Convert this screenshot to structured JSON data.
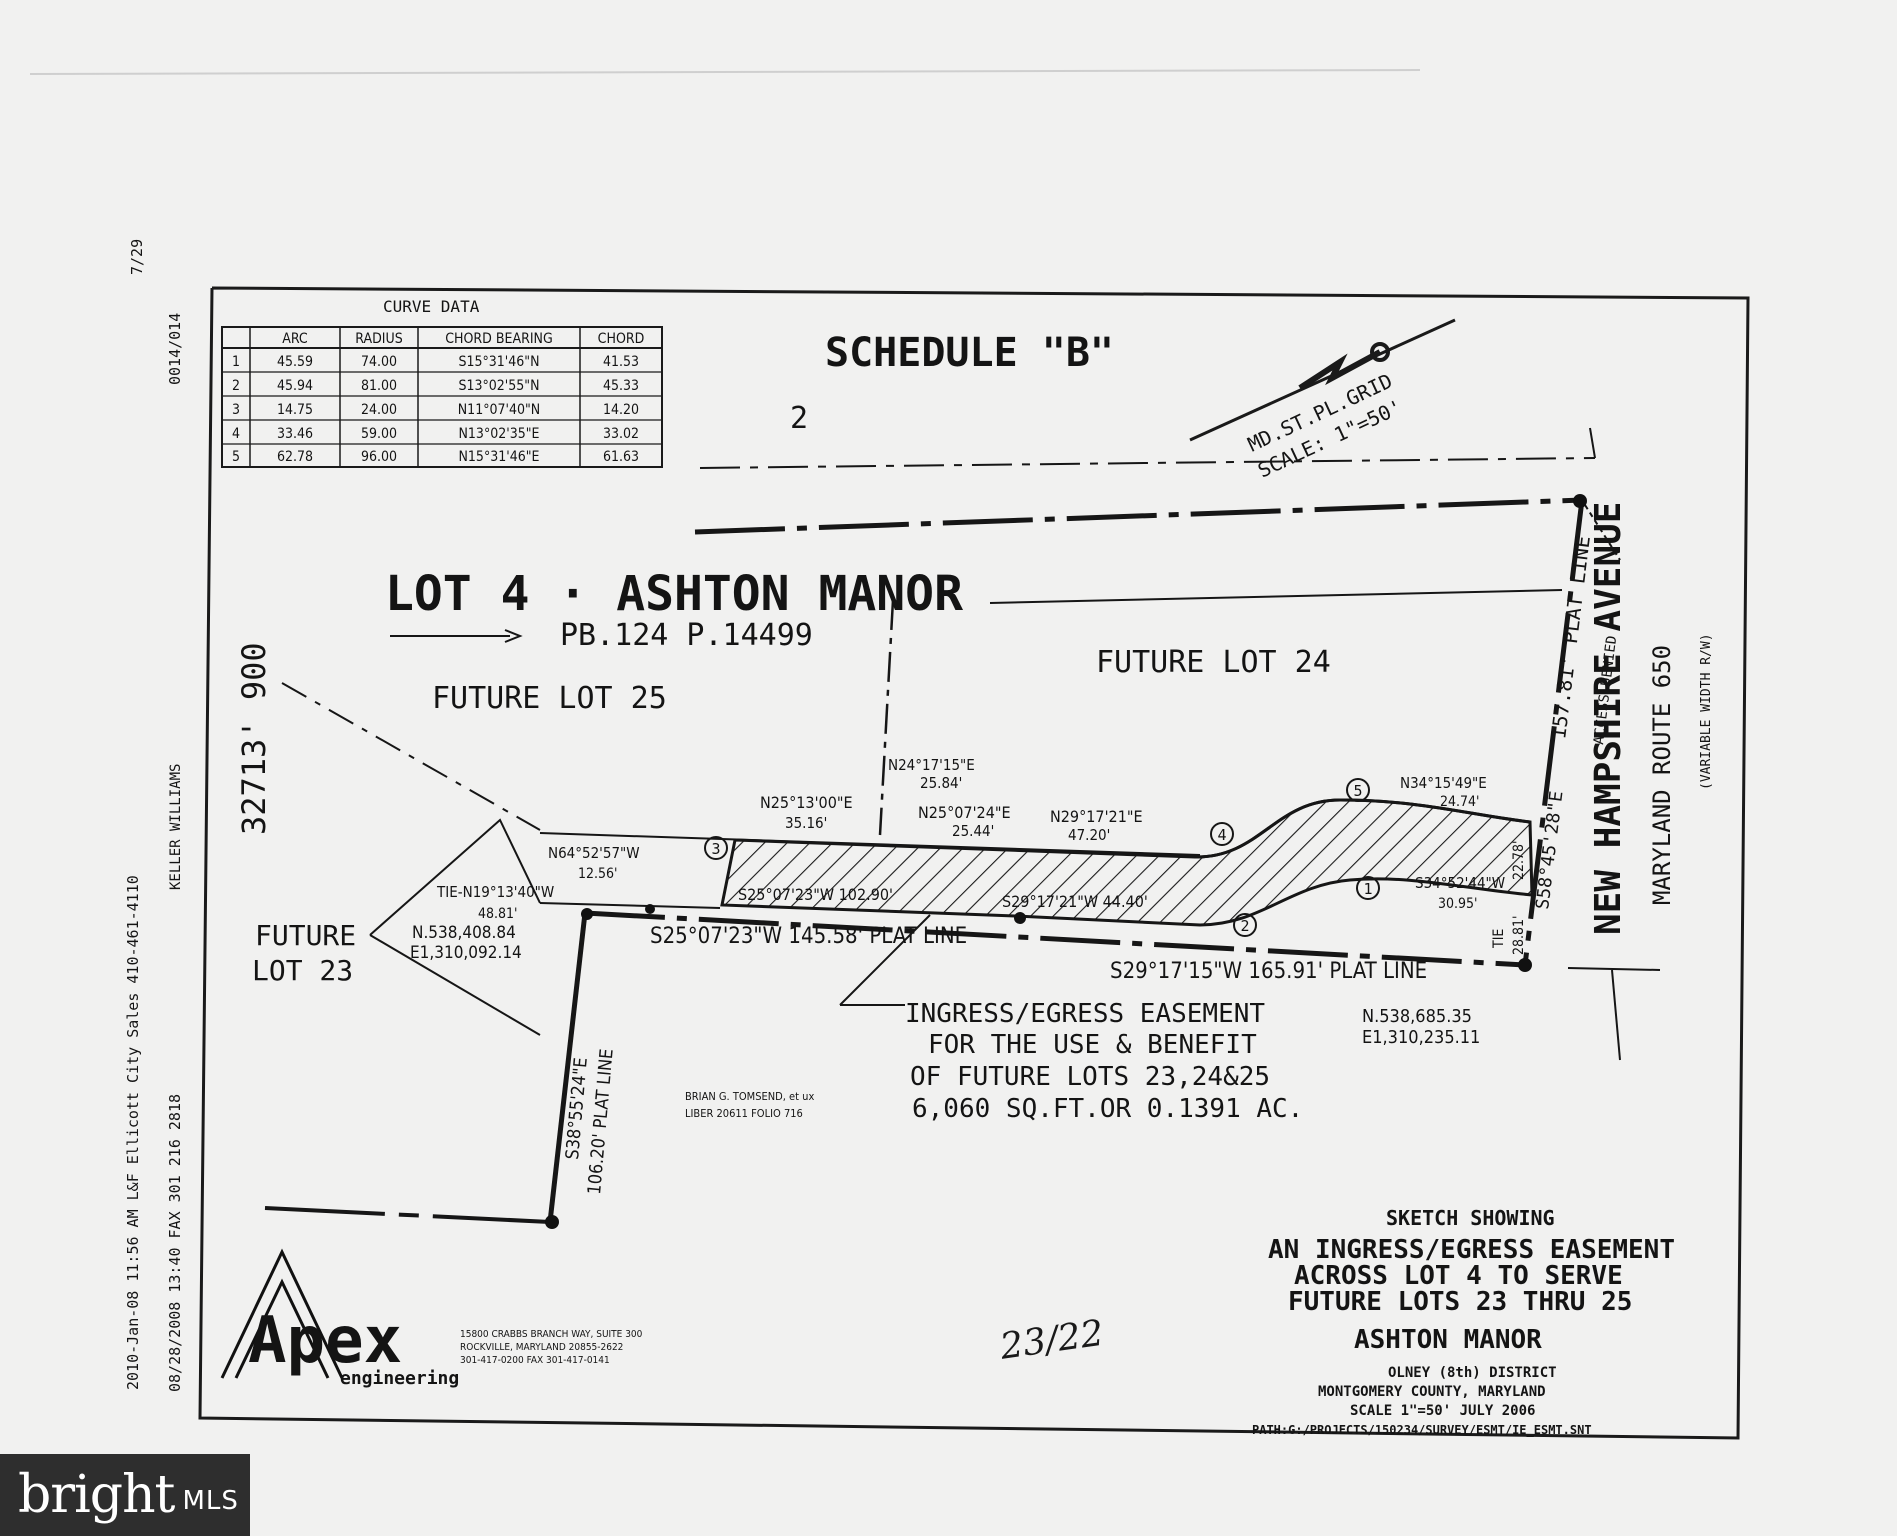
{
  "fax_header": {
    "page_num": "7/29",
    "page_id": "0014/014",
    "date_stamp": "2010-Jan-08 11:56 AM L&F Ellicott City Sales 410-461-4110",
    "agency": "KELLER WILLIAMS",
    "fax_line": "08/28/2008 13:40 FAX  301 216 2818"
  },
  "curve_table": {
    "title": "CURVE DATA",
    "headers": [
      "ARC",
      "RADIUS",
      "CHORD BEARING",
      "CHORD"
    ],
    "rows": [
      {
        "n": "1",
        "arc": "45.59",
        "radius": "74.00",
        "bearing": "S15°31'46\"N",
        "chord": "41.53"
      },
      {
        "n": "2",
        "arc": "45.94",
        "radius": "81.00",
        "bearing": "S13°02'55\"N",
        "chord": "45.33"
      },
      {
        "n": "3",
        "arc": "14.75",
        "radius": "24.00",
        "bearing": "N11°07'40\"N",
        "chord": "14.20"
      },
      {
        "n": "4",
        "arc": "33.46",
        "radius": "59.00",
        "bearing": "N13°02'35\"E",
        "chord": "33.02"
      },
      {
        "n": "5",
        "arc": "62.78",
        "radius": "96.00",
        "bearing": "N15°31'46\"E",
        "chord": "61.63"
      }
    ]
  },
  "drawing": {
    "schedule": "SCHEDULE \"B\"",
    "lot_number": "2",
    "north_label": "MD.ST.PL.GRID",
    "scale_label": "SCALE: 1\"=50'",
    "lot_title": "LOT 4 · ASHTON MANOR",
    "plat_ref": "PB.124 P.14499",
    "rotated_ref": "32713' 900",
    "future_lot_25": "FUTURE LOT 25",
    "future_lot_24": "FUTURE LOT 24",
    "future_lot_23_line1": "FUTURE",
    "future_lot_23_line2": "LOT 23",
    "road_name": "NEW HAMPSHIRE AVENUE",
    "road_route": "MARYLAND ROUTE 650",
    "road_width": "(VARIABLE WIDTH R/W)",
    "plat_line_right": "157.81' PLAT LINE",
    "access_denied": "ACCESS DENIED",
    "bearing_right": "S58°45'28\"E",
    "dims": {
      "n24": "N24°17'15\"E",
      "n24_len": "25.84'",
      "n25a": "N25°13'00\"E",
      "n25a_len": "35.16'",
      "n25b": "N25°07'24\"E",
      "n25b_len": "25.44'",
      "n29": "N29°17'21\"E",
      "n29_len": "47.20'",
      "n34": "N34°15'49\"E",
      "n34_len": "24.74'",
      "n64": "N64°52'57\"W",
      "n64_len": "12.56'",
      "s25_inner": "S25°07'23\"W 102.90'",
      "s29_inner": "S29°17'21\"W 44.40'",
      "tie_left": "TIE-N19°13'40\"W",
      "tie_left_len": "48.81'",
      "coord_left_n": "N.538,408.84",
      "coord_left_e": "E1,310,092.14",
      "s34": "S34°52'44\"W",
      "s34_len": "30.95'",
      "right_short": "22.78'",
      "tie_right": "TIE",
      "tie_right_len": "28.81'",
      "s25_plat": "S25°07'23\"W 145.58' PLAT LINE",
      "s29_plat": "S29°17'15\"W 165.91' PLAT LINE",
      "coord_right_n": "N.538,685.35",
      "coord_right_e": "E1,310,235.11",
      "s38_bearing": "S38°55'24\"E",
      "s38_plat": "106.20' PLAT LINE",
      "owner_line1": "BRIAN G. TOMSEND, et ux",
      "owner_line2": "LIBER 20611 FOLIO 716"
    },
    "circle_labels": [
      "1",
      "2",
      "3",
      "4",
      "5"
    ],
    "easement_line1": "INGRESS/EGRESS EASEMENT",
    "easement_line2": "FOR THE USE & BENEFIT",
    "easement_line3": "OF FUTURE LOTS 23,24&25",
    "easement_line4": "6,060 SQ.FT.OR 0.1391 AC.",
    "handwritten": "23/22"
  },
  "title_block": {
    "line1": "SKETCH SHOWING",
    "line2": "AN INGRESS/EGRESS EASEMENT",
    "line3": "ACROSS LOT 4 TO SERVE",
    "line4": "FUTURE LOTS 23 THRU 25",
    "line5": "ASHTON MANOR",
    "line6": "OLNEY (8th) DISTRICT",
    "line7": "MONTGOMERY COUNTY, MARYLAND",
    "line8": "SCALE 1\"=50'   JULY 2006",
    "line9": "PATH:G:/PROJECTS/150234/SURVEY/ESMT/IE_ESMT.SNT"
  },
  "apex_logo": {
    "name": "Apex",
    "sub": "engineering",
    "addr1": "15800 CRABBS BRANCH WAY, SUITE 300",
    "addr2": "ROCKVILLE, MARYLAND 20855-2622",
    "addr3": "301-417-0200    FAX 301-417-0141"
  },
  "watermark": {
    "brand": "bright",
    "suffix": "MLS"
  }
}
